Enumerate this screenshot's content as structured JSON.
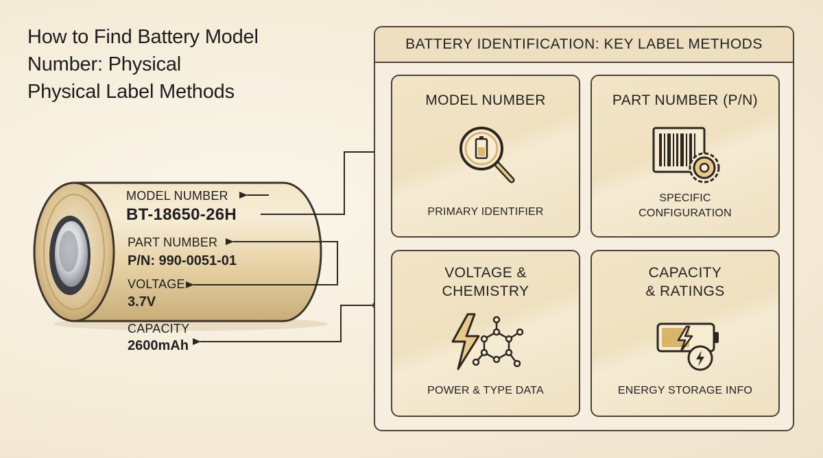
{
  "title": {
    "line1": "How to Find Battery Model",
    "line2": "Number: Physical",
    "line3": "Physical Label Methods"
  },
  "battery_label": {
    "model_label": "MODEL NUMBER",
    "model_value": "BT-18650-26H",
    "part_label": "PART NUMBER",
    "part_value": "P/N: 990-0051-01",
    "voltage_label": "VOLTAGE",
    "voltage_value": "3.7V",
    "capacity_label": "CAPACITY",
    "capacity_value": "2600mAh"
  },
  "panel": {
    "header": "BATTERY IDENTIFICATION: KEY LABEL METHODS",
    "cards": [
      {
        "title_line1": "MODEL NUMBER",
        "title_line2": "",
        "subtitle_line1": "PRIMARY IDENTIFIER",
        "subtitle_line2": "",
        "icon": "magnifier-battery-icon"
      },
      {
        "title_line1": "PART NUMBER (P/N)",
        "title_line2": "",
        "subtitle_line1": "SPECIFIC",
        "subtitle_line2": "CONFIGURATION",
        "icon": "barcode-gear-icon"
      },
      {
        "title_line1": "VOLTAGE &",
        "title_line2": "CHEMISTRY",
        "subtitle_line1": "POWER & TYPE DATA",
        "subtitle_line2": "",
        "icon": "lightning-molecule-icon"
      },
      {
        "title_line1": "CAPACITY",
        "title_line2": "& RATINGS",
        "subtitle_line1": "ENERGY STORAGE INFO",
        "subtitle_line2": "",
        "icon": "battery-charge-icon"
      }
    ]
  },
  "colors": {
    "outline": "#4a4238",
    "card_fill": "#efe1c0",
    "header_fill": "#eddfbf",
    "icon_accent": "#e8c98a",
    "battery_body": "#e8d3a6"
  }
}
